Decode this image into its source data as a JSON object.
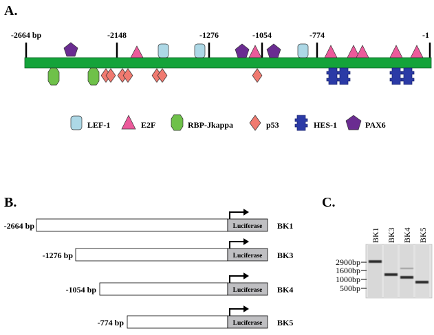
{
  "panel_a": {
    "label": "A.",
    "positions": [
      "-2664 bp",
      "-2148",
      "-1276",
      "-1054",
      "-774",
      "-1"
    ],
    "legend": [
      {
        "key": "lef1",
        "label": "LEF-1",
        "shape": "rounded-rect",
        "color": "#add8e6"
      },
      {
        "key": "e2f",
        "label": "E2F",
        "shape": "triangle",
        "color": "#ec5a9b"
      },
      {
        "key": "rbp",
        "label": "RBP-Jkappa",
        "shape": "octagon",
        "color": "#6fc14a"
      },
      {
        "key": "p53",
        "label": "p53",
        "shape": "diamond",
        "color": "#f07a70"
      },
      {
        "key": "hes1",
        "label": "HES-1",
        "shape": "hes-block",
        "color": "#2b3aa6"
      },
      {
        "key": "pax6",
        "label": "PAX6",
        "shape": "pentagon",
        "color": "#6a2c91"
      }
    ],
    "bar_color": "#14a33a"
  },
  "panel_b": {
    "label": "B.",
    "reporter_label": "Luciferase",
    "reporter_color": "#bfbfc2",
    "constructs": [
      {
        "start": "-2664 bp",
        "name": "BK1"
      },
      {
        "start": "-1276 bp",
        "name": "BK3"
      },
      {
        "start": "-1054 bp",
        "name": "BK4"
      },
      {
        "start": "-774 bp",
        "name": "BK5"
      }
    ]
  },
  "panel_c": {
    "label": "C.",
    "lanes": [
      "BK1",
      "BK3",
      "BK4",
      "BK5"
    ],
    "markers": [
      "2900bp",
      "1600bp",
      "1000bp",
      "500bp"
    ]
  }
}
